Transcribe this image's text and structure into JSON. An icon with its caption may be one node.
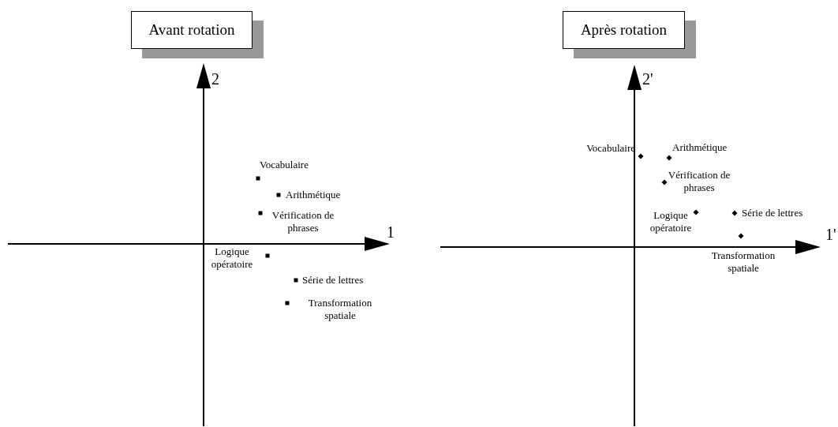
{
  "diagram": {
    "nodes": [
      {
        "text": [
          "Avant rotation"
        ]
      },
      {
        "text": [
          "Après rotation"
        ]
      }
    ],
    "labels": [
      "2",
      "Vocabulaire",
      "Arithmétique",
      "Vérification de phrases",
      "1",
      "Logique opératoire",
      "Série de lettres",
      "Transformation spatiale",
      "2'",
      "Vocabulaire",
      "Arithmétique",
      "Vérification de phrases",
      "Logique opératoire",
      "Série de lettres",
      "1'",
      "Transformation spatiale"
    ]
  }
}
